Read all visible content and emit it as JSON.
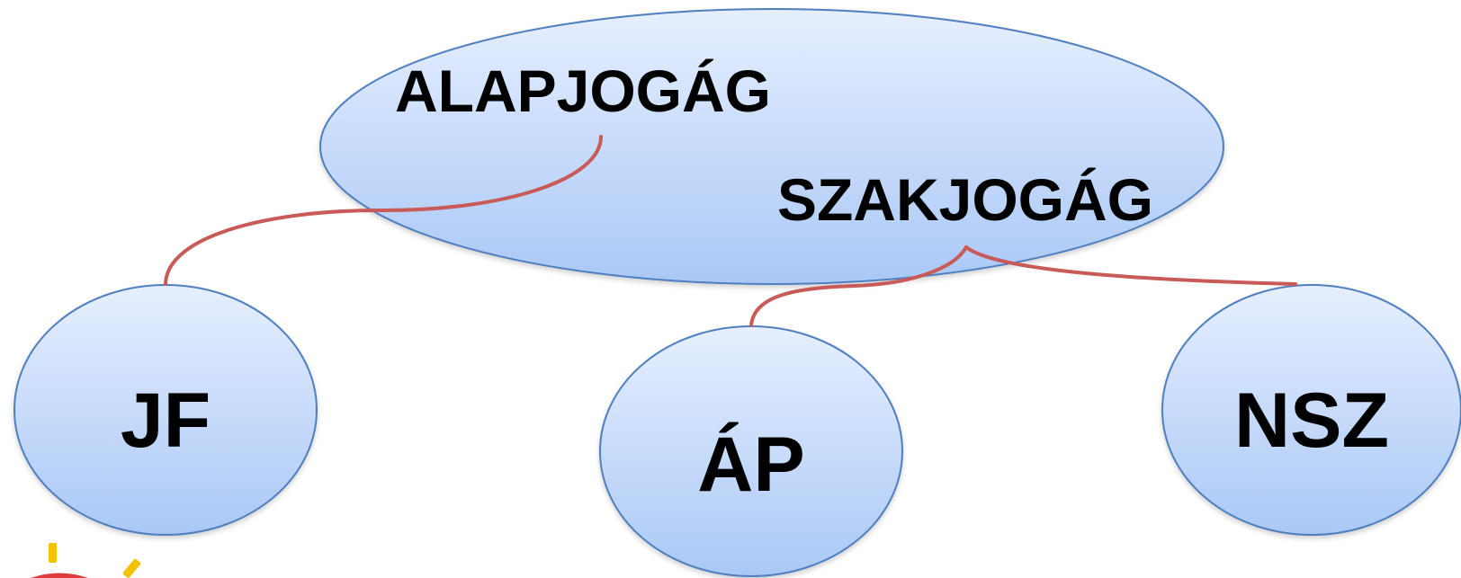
{
  "diagram": {
    "top_node": {
      "label_primary": "ALAPJOGÁG",
      "label_secondary": "SZAKJOGÁG"
    },
    "nodes": [
      {
        "id": "jf",
        "label": "JF"
      },
      {
        "id": "ap",
        "label": "ÁP"
      },
      {
        "id": "nsz",
        "label": "NSZ"
      }
    ]
  },
  "colors": {
    "node_fill_top": "#e6efff",
    "node_fill_bottom": "#aac8f6",
    "node_stroke": "#4f7fbf",
    "connector": "#c85a58",
    "logo_yellow": "#f2c200",
    "logo_red": "#e03c3c"
  },
  "icons": {
    "corner_logo": "sun-logo-icon"
  }
}
